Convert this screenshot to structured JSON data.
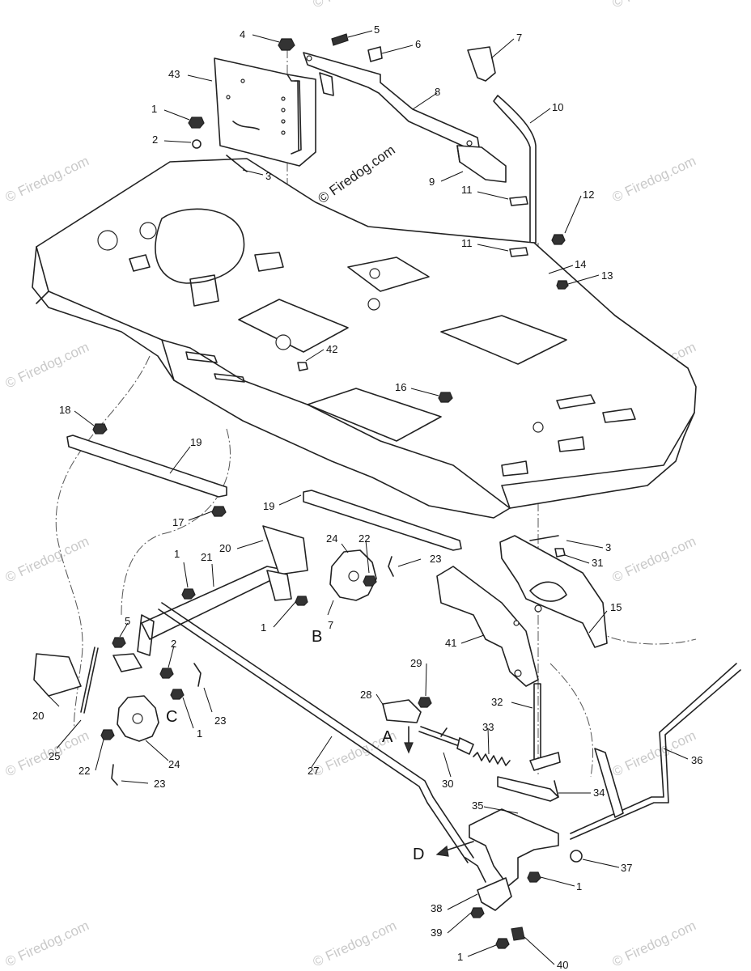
{
  "watermark": {
    "text": "© Firedog.com",
    "center_text": "© Firedog.com"
  },
  "colors": {
    "line": "#222222",
    "watermark": "#c9c9c9",
    "background": "#ffffff"
  },
  "callouts": [
    {
      "id": "c4",
      "label": "4"
    },
    {
      "id": "c5a",
      "label": "5"
    },
    {
      "id": "c6",
      "label": "6"
    },
    {
      "id": "c7a",
      "label": "7"
    },
    {
      "id": "c43",
      "label": "43"
    },
    {
      "id": "c8",
      "label": "8"
    },
    {
      "id": "c10",
      "label": "10"
    },
    {
      "id": "c1a",
      "label": "1"
    },
    {
      "id": "c2a",
      "label": "2"
    },
    {
      "id": "c3a",
      "label": "3"
    },
    {
      "id": "c9",
      "label": "9"
    },
    {
      "id": "c11a",
      "label": "11"
    },
    {
      "id": "c12",
      "label": "12"
    },
    {
      "id": "c11b",
      "label": "11"
    },
    {
      "id": "c14",
      "label": "14"
    },
    {
      "id": "c13",
      "label": "13"
    },
    {
      "id": "c42",
      "label": "42"
    },
    {
      "id": "c16",
      "label": "16"
    },
    {
      "id": "c18",
      "label": "18"
    },
    {
      "id": "c19a",
      "label": "19"
    },
    {
      "id": "c17",
      "label": "17"
    },
    {
      "id": "c19b",
      "label": "19"
    },
    {
      "id": "c3b",
      "label": "3"
    },
    {
      "id": "c31",
      "label": "31"
    },
    {
      "id": "c15",
      "label": "15"
    },
    {
      "id": "c20a",
      "label": "20"
    },
    {
      "id": "c24a",
      "label": "24"
    },
    {
      "id": "c22a",
      "label": "22"
    },
    {
      "id": "c23a",
      "label": "23"
    },
    {
      "id": "c1b",
      "label": "1"
    },
    {
      "id": "c21",
      "label": "21"
    },
    {
      "id": "c1c",
      "label": "1"
    },
    {
      "id": "c41",
      "label": "41"
    },
    {
      "id": "c5b",
      "label": "5"
    },
    {
      "id": "c2b",
      "label": "2"
    },
    {
      "id": "c29",
      "label": "29"
    },
    {
      "id": "c20b",
      "label": "20"
    },
    {
      "id": "c23b",
      "label": "23"
    },
    {
      "id": "c1d",
      "label": "1"
    },
    {
      "id": "c32",
      "label": "32"
    },
    {
      "id": "c28",
      "label": "28"
    },
    {
      "id": "c33",
      "label": "33"
    },
    {
      "id": "c25",
      "label": "25"
    },
    {
      "id": "c36",
      "label": "36"
    },
    {
      "id": "c22b",
      "label": "22"
    },
    {
      "id": "c24b",
      "label": "24"
    },
    {
      "id": "c27",
      "label": "27"
    },
    {
      "id": "c30",
      "label": "30"
    },
    {
      "id": "c34",
      "label": "34"
    },
    {
      "id": "c23c",
      "label": "23"
    },
    {
      "id": "c35",
      "label": "35"
    },
    {
      "id": "c37",
      "label": "37"
    },
    {
      "id": "c1e",
      "label": "1"
    },
    {
      "id": "c38",
      "label": "38"
    },
    {
      "id": "c39",
      "label": "39"
    },
    {
      "id": "c1f",
      "label": "1"
    },
    {
      "id": "c40",
      "label": "40"
    },
    {
      "id": "c7b",
      "label": "7"
    }
  ],
  "reference_letters": {
    "A": "A",
    "B": "B",
    "C": "C",
    "D": "D"
  }
}
